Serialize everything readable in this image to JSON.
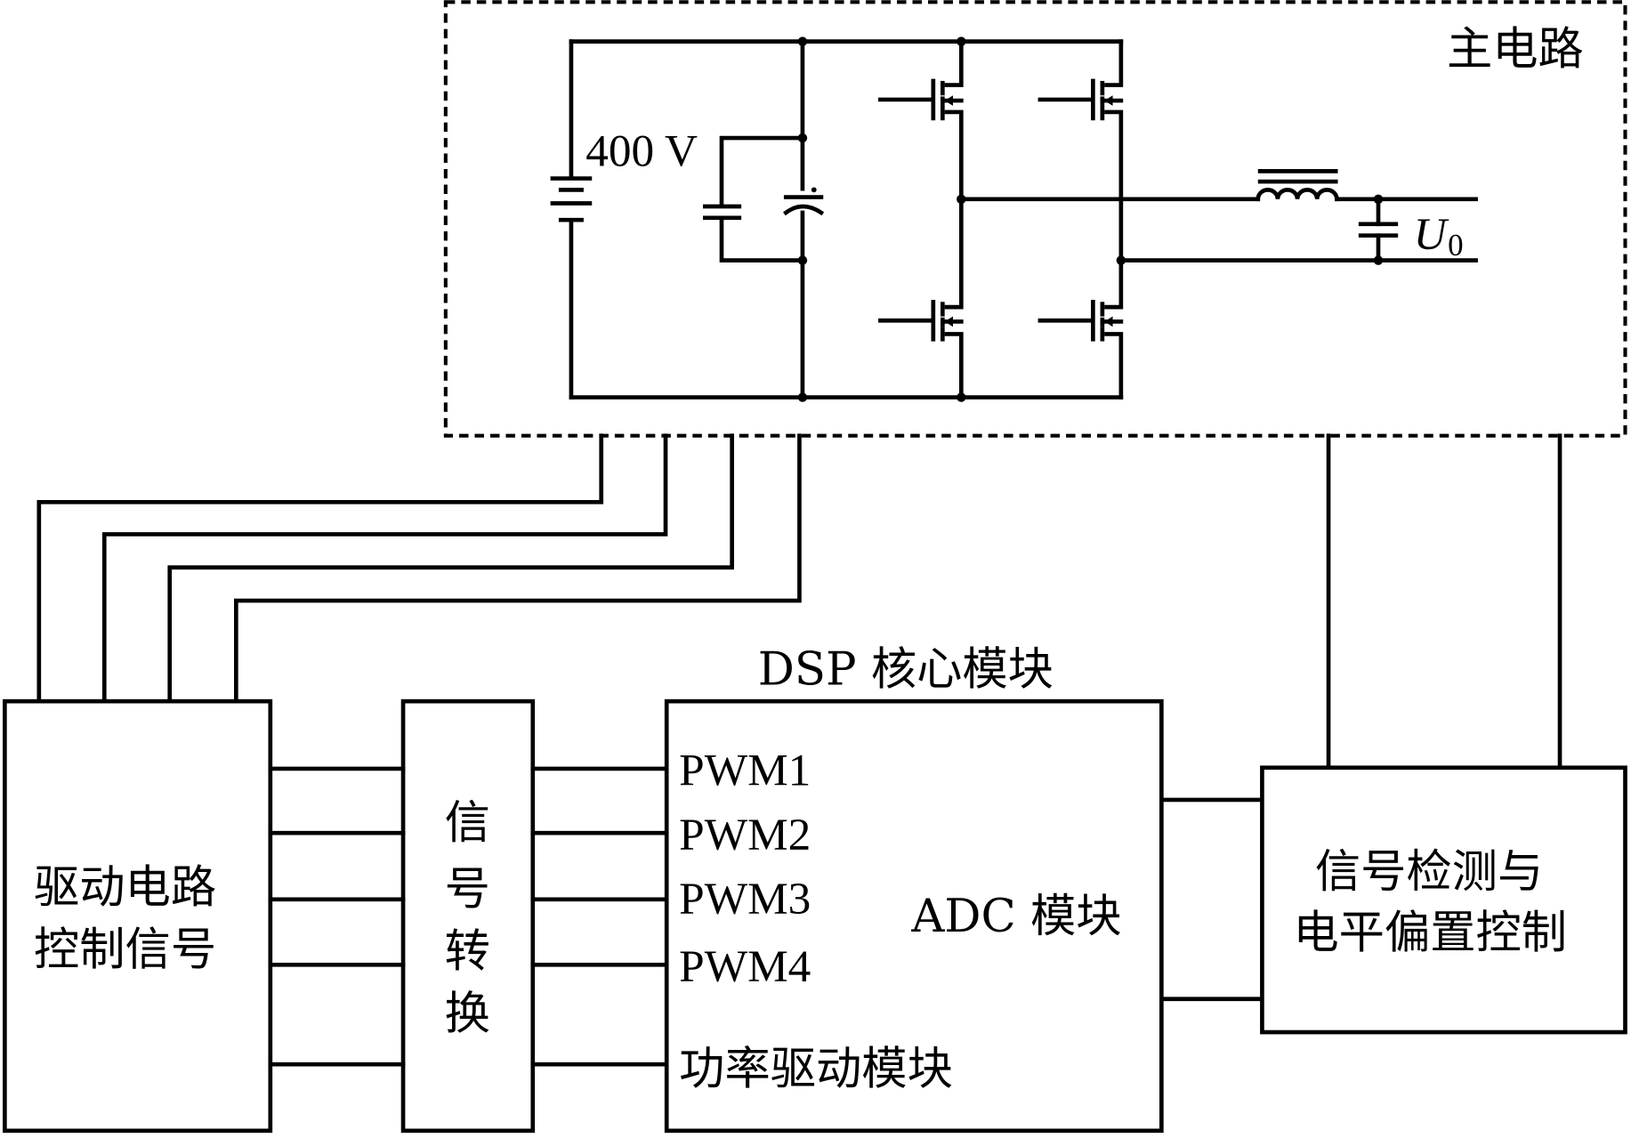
{
  "diagram": {
    "main_circuit": {
      "title": "主电路",
      "source_voltage": "400 V",
      "output_label": "U",
      "output_subscript": "0",
      "components": [
        "dc-source",
        "film-capacitor",
        "electrolytic-capacitor",
        "mosfet-q1",
        "mosfet-q2",
        "mosfet-q3",
        "mosfet-q4",
        "filter-inductor",
        "output-capacitor"
      ]
    },
    "dsp_core": {
      "title": "DSP 核心模块",
      "pwm_outputs": [
        "PWM1",
        "PWM2",
        "PWM3",
        "PWM4"
      ],
      "adc_label": "ADC 模块",
      "power_driver_label": "功率驱动模块"
    },
    "drive_block": {
      "line1": "驱动电路",
      "line2": "控制信号"
    },
    "signal_conversion": {
      "chars": [
        "信",
        "号",
        "转",
        "换"
      ]
    },
    "detection_block": {
      "line1": "信号检测与",
      "line2": "电平偏置控制"
    }
  }
}
